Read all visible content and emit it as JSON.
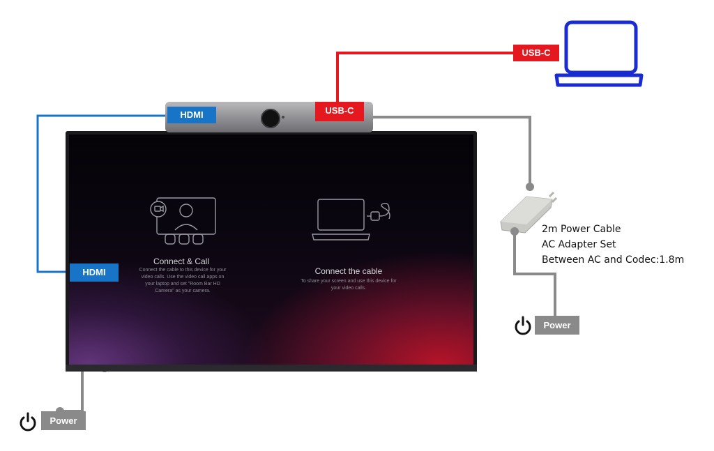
{
  "camera": {
    "hdmi_label": "HDMI",
    "usbc_label": "USB-C"
  },
  "laptop": {
    "usbc_label": "USB-C"
  },
  "tv": {
    "hdmi_label": "HDMI",
    "left_panel": {
      "title": "Connect & Call",
      "description": "Connect the cable to this device for your video calls. Use the video call apps on your laptop and set \"Room Bar HD Camera\" as your camera."
    },
    "right_panel": {
      "title": "Connect the cable",
      "description": "To share your screen and use this device for your video calls."
    }
  },
  "adapter_note": {
    "line1": "2m Power Cable",
    "line2": "AC Adapter Set",
    "line3": "Between AC and Codec:1.8m"
  },
  "power_right": {
    "label": "Power"
  },
  "power_left": {
    "label": "Power"
  },
  "colors": {
    "hdmi": "#1874c6",
    "usbc": "#e4181e",
    "power": "#8a8a8a",
    "laptop_outline": "#1a2bd0"
  }
}
